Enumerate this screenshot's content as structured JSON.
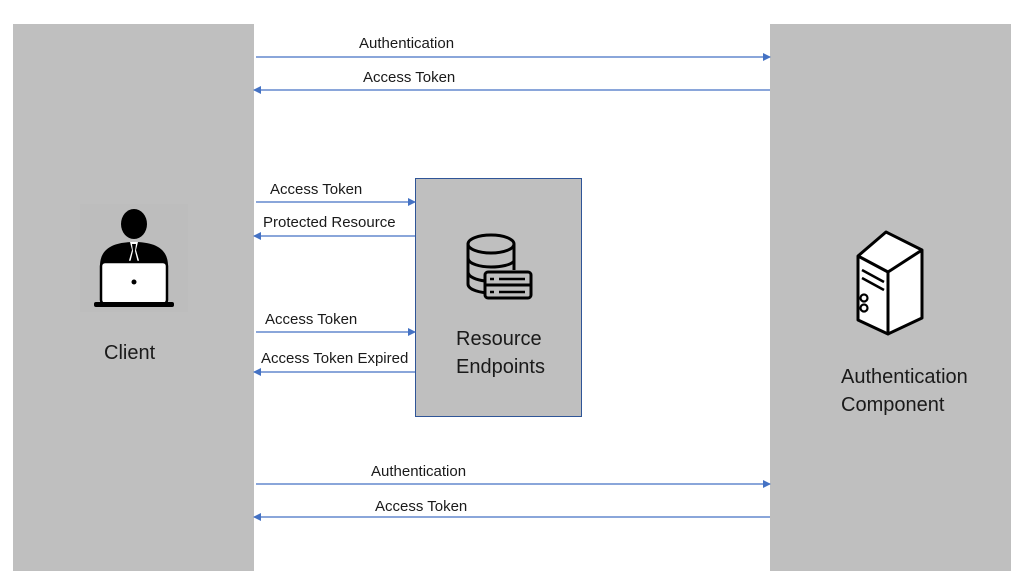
{
  "client": {
    "label": "Client",
    "icon": "user-laptop-icon"
  },
  "auth_component": {
    "label_line1": "Authentication",
    "label_line2": "Component",
    "icon": "server-tower-icon"
  },
  "resource": {
    "label_line1": "Resource",
    "label_line2": "Endpoints",
    "icon": "database-server-icon"
  },
  "arrows": {
    "top_request": "Authentication",
    "top_response": "Access Token",
    "resource_request_1": "Access Token",
    "resource_response_1": "Protected Resource",
    "resource_request_2": "Access Token",
    "resource_response_2": "Access Token Expired",
    "bottom_request": "Authentication",
    "bottom_response": "Access Token"
  },
  "colors": {
    "panel": "#bfbfbf",
    "arrow": "#4472c4",
    "box_border": "#2f5597"
  }
}
